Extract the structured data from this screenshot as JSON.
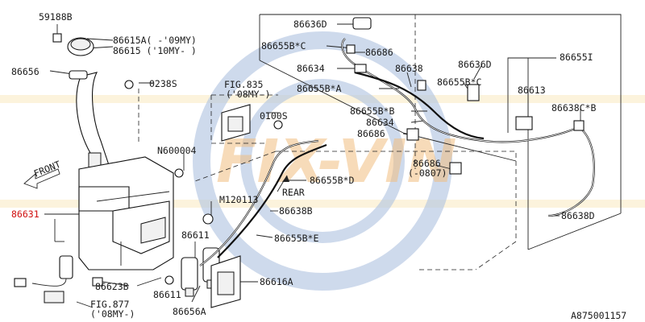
{
  "diagram": {
    "highlight_color": "#e02020",
    "watermark": {
      "text": "FIX-VIN",
      "text_color": "#e88a1a",
      "gear_color": "#6d8fc7",
      "band_color": "#f2c24a"
    },
    "reference_code": "A875001157",
    "front_label": "FRONT",
    "rear_label": "REAR",
    "parts": [
      {
        "id": "59188B",
        "label": "59188B"
      },
      {
        "id": "86615A",
        "label": "86615A( -'09MY)"
      },
      {
        "id": "86615",
        "label": "86615 ('10MY- )"
      },
      {
        "id": "86656",
        "label": "86656"
      },
      {
        "id": "0238S",
        "label": "0238S"
      },
      {
        "id": "fig835",
        "label": "FIG.835"
      },
      {
        "id": "fig835-my",
        "label": "('08MY-)"
      },
      {
        "id": "0100S",
        "label": "0100S"
      },
      {
        "id": "N600004",
        "label": "N600004"
      },
      {
        "id": "M120113",
        "label": "M120113"
      },
      {
        "id": "86631",
        "label": "86631",
        "highlight": true
      },
      {
        "id": "86623B",
        "label": "86623B"
      },
      {
        "id": "fig877",
        "label": "FIG.877"
      },
      {
        "id": "fig877-my",
        "label": "('08MY-)"
      },
      {
        "id": "86611-a",
        "label": "86611"
      },
      {
        "id": "86611-b",
        "label": "86611"
      },
      {
        "id": "86656A",
        "label": "86656A"
      },
      {
        "id": "86616A",
        "label": "86616A"
      },
      {
        "id": "86655B-E",
        "label": "86655B*E"
      },
      {
        "id": "86638B",
        "label": "86638B"
      },
      {
        "id": "86655B-D",
        "label": "86655B*D"
      },
      {
        "id": "86636D-top",
        "label": "86636D"
      },
      {
        "id": "86655B-C-top",
        "label": "86655B*C"
      },
      {
        "id": "86686-top",
        "label": "86686"
      },
      {
        "id": "86634-top",
        "label": "86634"
      },
      {
        "id": "86655B-A",
        "label": "86655B*A"
      },
      {
        "id": "86638",
        "label": "86638"
      },
      {
        "id": "86636D-right",
        "label": "86636D"
      },
      {
        "id": "86655B-C-right",
        "label": "86655B*C"
      },
      {
        "id": "86655I",
        "label": "86655I"
      },
      {
        "id": "86613",
        "label": "86613"
      },
      {
        "id": "86655B-B",
        "label": "86655B*B"
      },
      {
        "id": "86634-mid",
        "label": "86634"
      },
      {
        "id": "86686-mid",
        "label": "86686"
      },
      {
        "id": "86638C-B",
        "label": "86638C*B"
      },
      {
        "id": "86686-low",
        "label": "86686"
      },
      {
        "id": "0807",
        "label": "(-0807)"
      },
      {
        "id": "86638D",
        "label": "86638D"
      }
    ]
  }
}
